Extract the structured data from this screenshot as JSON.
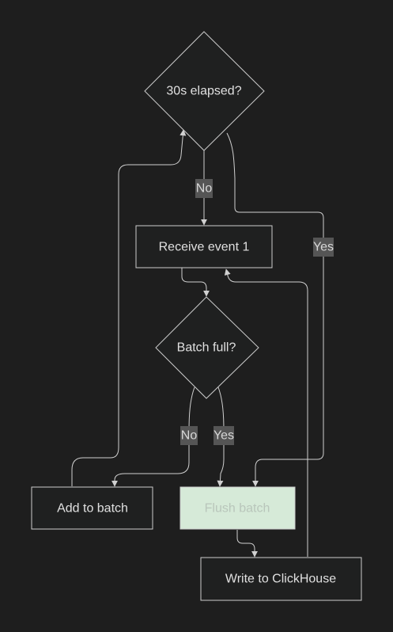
{
  "diagram": {
    "nodes": {
      "timer_check": {
        "label": "30s elapsed?",
        "shape": "diamond"
      },
      "receive_event": {
        "label": "Receive event 1",
        "shape": "rect"
      },
      "batch_full": {
        "label": "Batch full?",
        "shape": "diamond"
      },
      "add_to_batch": {
        "label": "Add to batch",
        "shape": "rect"
      },
      "flush_batch": {
        "label": "Flush batch",
        "shape": "rect",
        "highlighted": true
      },
      "write_clickhouse": {
        "label": "Write to ClickHouse",
        "shape": "rect"
      }
    },
    "edges": {
      "timer_no": {
        "from": "30s elapsed?",
        "to": "Receive event 1",
        "label": "No"
      },
      "timer_yes": {
        "from": "30s elapsed?",
        "to": "Flush batch",
        "label": "Yes"
      },
      "receive_to_check": {
        "from": "Receive event 1",
        "to": "Batch full?",
        "label": ""
      },
      "full_no": {
        "from": "Batch full?",
        "to": "Add to batch",
        "label": "No"
      },
      "full_yes": {
        "from": "Batch full?",
        "to": "Flush batch",
        "label": "Yes"
      },
      "add_loop": {
        "from": "Add to batch",
        "to": "30s elapsed?",
        "label": ""
      },
      "flush_to_write": {
        "from": "Flush batch",
        "to": "Write to ClickHouse",
        "label": ""
      },
      "write_loop": {
        "from": "Write to ClickHouse",
        "to": "Receive event 1",
        "label": ""
      }
    }
  },
  "colors": {
    "background": "#1e1e1e",
    "node_fill": "#1f2020",
    "node_stroke": "#cccccc",
    "highlight_fill": "#d6ead8",
    "edge_stroke": "#d0d0d0",
    "edge_label_bg": "#555555"
  }
}
